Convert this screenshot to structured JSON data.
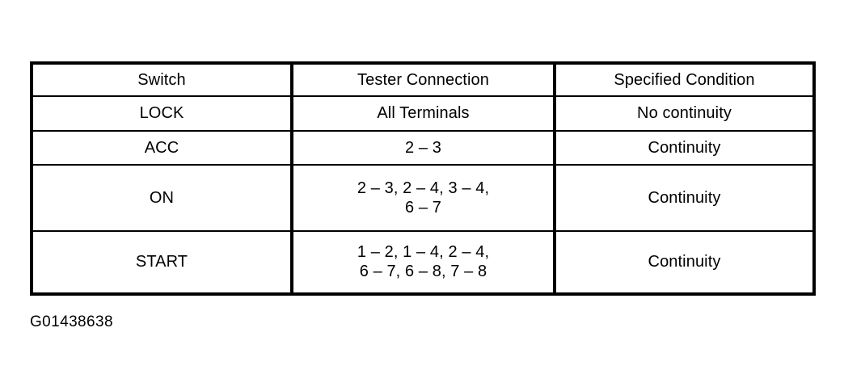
{
  "figure": {
    "caption": "G01438638"
  },
  "table": {
    "name": "ignition-switch-continuity-table",
    "headers": [
      "Switch",
      "Tester Connection",
      "Specified Condition"
    ],
    "rows": [
      {
        "switch": "LOCK",
        "tester_connection": "All Terminals",
        "specified_condition": "No continuity"
      },
      {
        "switch": "ACC",
        "tester_connection": "2 – 3",
        "specified_condition": "Continuity"
      },
      {
        "switch": "ON",
        "tester_connection": "2 – 3, 2 – 4, 3 – 4,\n6 – 7",
        "specified_condition": "Continuity"
      },
      {
        "switch": "START",
        "tester_connection": "1 – 2, 1 – 4, 2 – 4,\n6 – 7, 6 – 8, 7 – 8",
        "specified_condition": "Continuity"
      }
    ]
  },
  "colors": {
    "background": "#ffffff",
    "ink": "#000000"
  }
}
